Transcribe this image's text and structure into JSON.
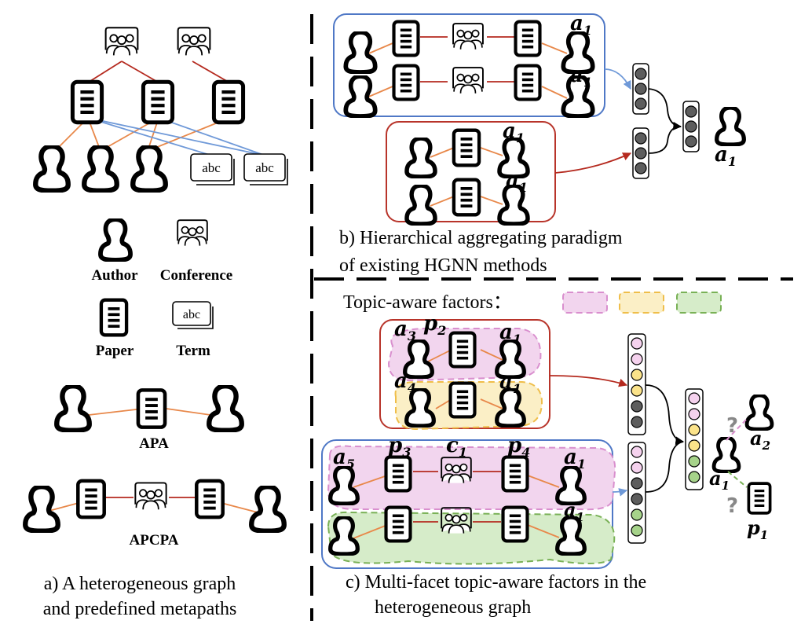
{
  "panel_a": {
    "legend": {
      "author": "Author",
      "conference": "Conference",
      "paper": "Paper",
      "term": "Term"
    },
    "term_icon_text": "abc",
    "metapath_apa": "APA",
    "metapath_apcpa": "APCPA",
    "caption_line1": "a) A heterogeneous graph",
    "caption_line2": "and predefined metapaths"
  },
  "panel_b": {
    "caption_line1": "b) Hierarchical aggregating paradigm",
    "caption_line2": "of existing HGNN methods",
    "node_label": "a",
    "node_label_sub": "1"
  },
  "panel_c": {
    "topic_factors_label": "Topic-aware factors：",
    "caption_line1": "c) Multi-facet topic-aware factors in the",
    "caption_line2": "heterogeneous graph",
    "question": "?",
    "labels": {
      "a": "a",
      "p": "p",
      "c": "c",
      "sub1": "1",
      "sub2": "2",
      "sub3": "3",
      "sub4": "4",
      "sub5": "5"
    },
    "factor_colors": {
      "pink_fill": "#f2d5ee",
      "pink_stroke": "#d98fce",
      "yellow_fill": "#fbefc6",
      "yellow_stroke": "#efbe4a",
      "green_fill": "#d6ecc9",
      "green_stroke": "#79b156"
    }
  },
  "colors": {
    "edge_orange": "#e8884a",
    "edge_red": "#b52a1f",
    "edge_blue": "#6f99d8",
    "box_blue": "#4f78c6",
    "box_red": "#b8342a",
    "vector_gray": "#5d5d5d",
    "vector_pink": "#f5d2ee",
    "vector_yellow": "#fbe38a",
    "vector_green": "#a6d38a"
  }
}
